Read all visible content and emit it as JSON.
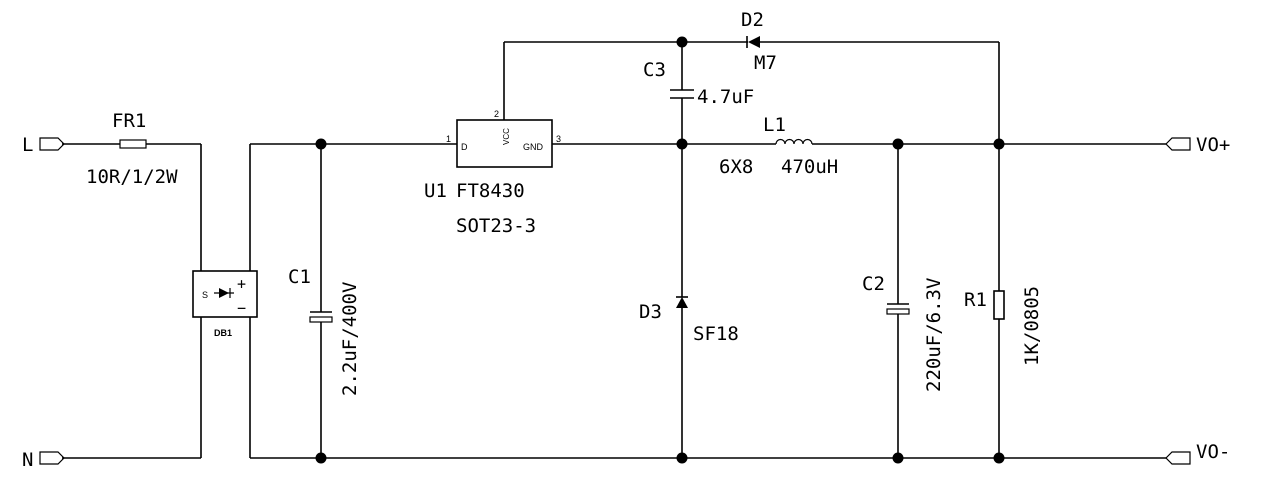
{
  "terminals": {
    "l": "L",
    "n": "N",
    "vo_pos": "VO+",
    "vo_neg": "VO-"
  },
  "fr1": {
    "ref": "FR1",
    "value": "10R/1/2W"
  },
  "db1": {
    "ref": "DB1",
    "pin_s": "S",
    "pin_plus": "+",
    "pin_minus": "−"
  },
  "c1": {
    "ref": "C1",
    "value": "2.2uF/400V"
  },
  "u1": {
    "ref": "U1",
    "part": "FT8430",
    "package": "SOT23-3",
    "pin1_num": "1",
    "pin1_name": "D",
    "pin2_num": "2",
    "pin2_name": "VCC",
    "pin3_num": "3",
    "pin3_name": "GND"
  },
  "c3": {
    "ref": "C3",
    "value": "4.7uF"
  },
  "d2": {
    "ref": "D2",
    "value": "M7"
  },
  "l1": {
    "ref": "L1",
    "size": "6X8",
    "value": "470uH"
  },
  "d3": {
    "ref": "D3",
    "value": "SF18"
  },
  "c2": {
    "ref": "C2",
    "value": "220uF/6.3V"
  },
  "r1": {
    "ref": "R1",
    "value": "1K/0805"
  }
}
